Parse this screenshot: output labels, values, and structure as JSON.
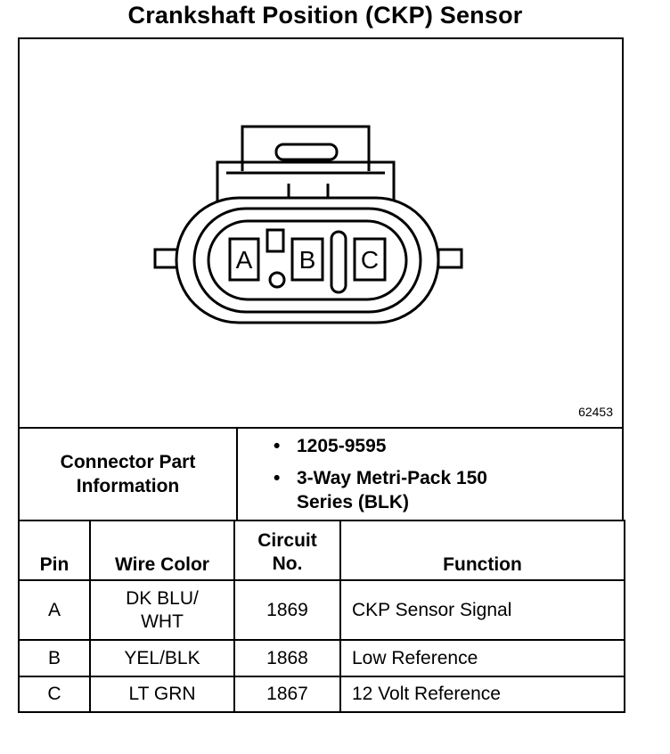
{
  "title": "Crankshaft Position (CKP) Sensor",
  "figure": {
    "id": "62453",
    "cavity_labels": [
      "A",
      "B",
      "C"
    ]
  },
  "connector_info": {
    "label": "Connector Part Information",
    "items": [
      "1205-9595",
      "3-Way Metri-Pack 150 Series (BLK)"
    ]
  },
  "table": {
    "headers": {
      "pin": "Pin",
      "wire": "Wire Color",
      "circuit": "Circuit No.",
      "function": "Function"
    },
    "rows": [
      {
        "pin": "A",
        "wire": "DK BLU/ WHT",
        "circuit": "1869",
        "function": "CKP Sensor Signal"
      },
      {
        "pin": "B",
        "wire": "YEL/BLK",
        "circuit": "1868",
        "function": "Low Reference"
      },
      {
        "pin": "C",
        "wire": "LT GRN",
        "circuit": "1867",
        "function": "12 Volt Reference"
      }
    ]
  }
}
